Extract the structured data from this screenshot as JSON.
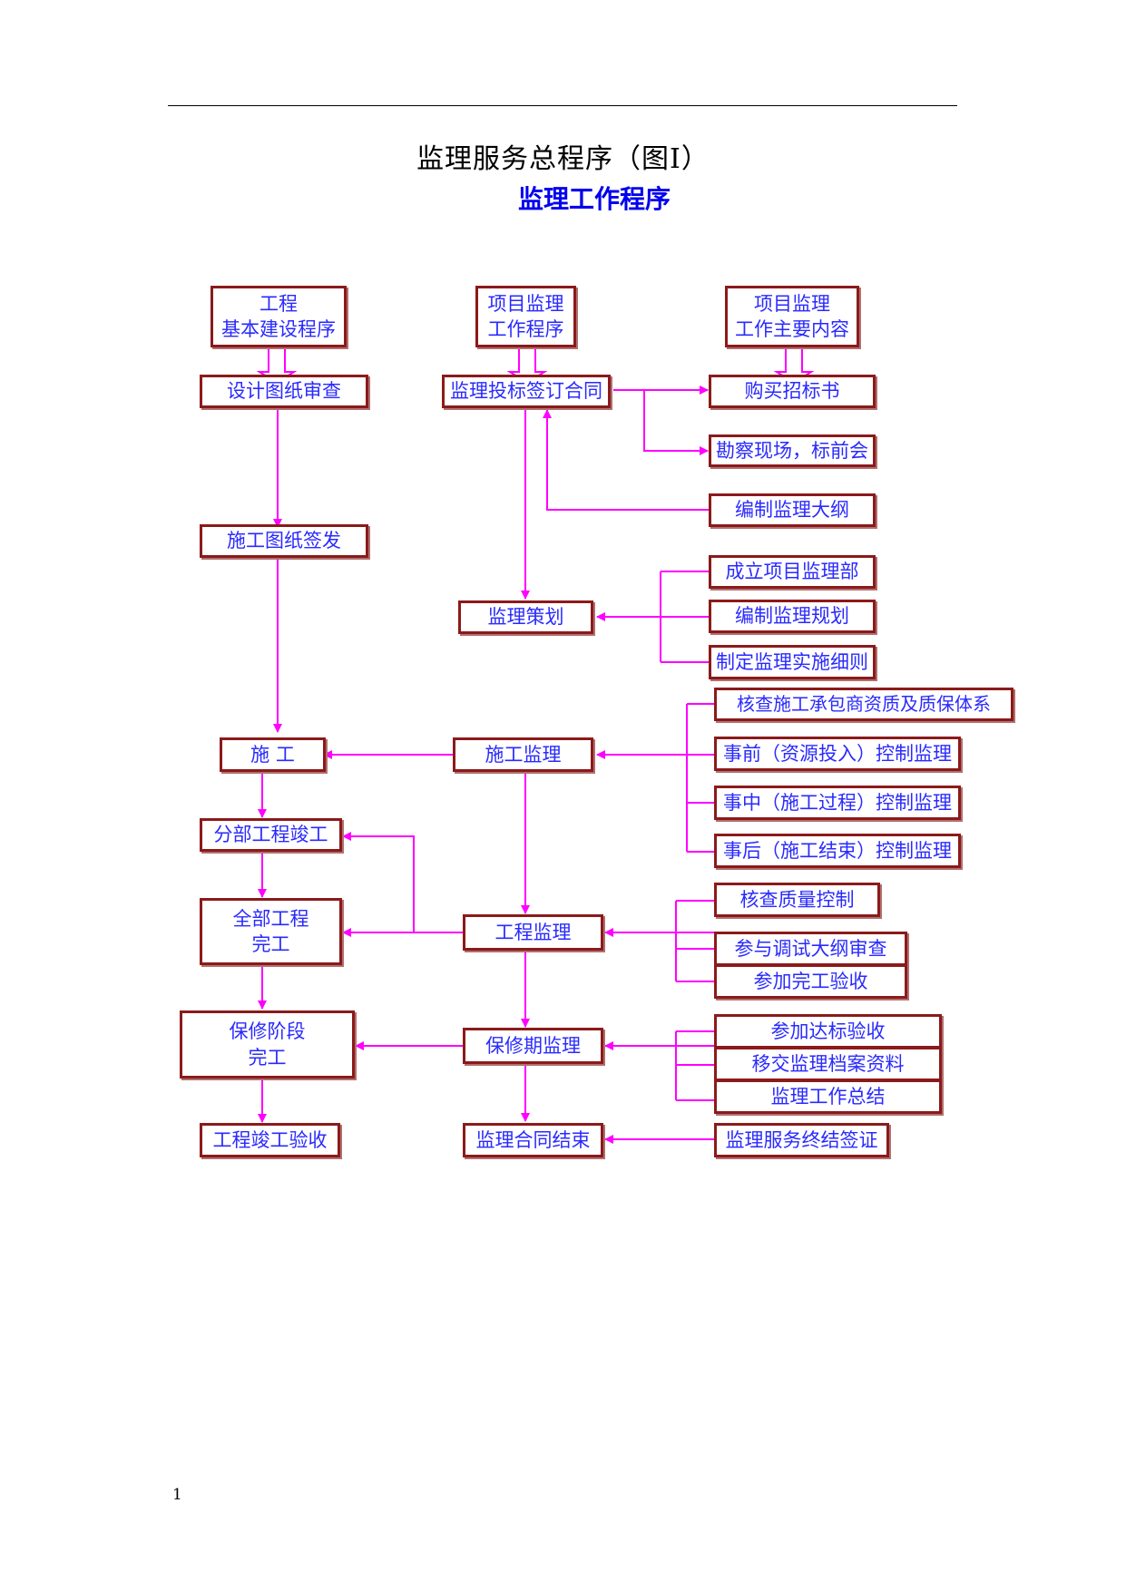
{
  "header": {
    "doc_title": "监理服务总程序（图Ⅰ）",
    "diagram_title": "监理工作程序"
  },
  "nodes": {
    "n_gcjs": "工程\n基本建设程序",
    "n_sjtz": "设计图纸审查",
    "n_sgtz": "施工图纸签发",
    "n_sg": "施 工",
    "n_fbjg": "分部工程竣工",
    "n_qbwg": "全部工程\n完工",
    "n_bxwg": "保修阶段\n完工",
    "n_jgys": "工程竣工验收",
    "n_xmjl": "项目监理\n工作程序",
    "n_tbqd": "监理投标签订合同",
    "n_jlch": "监理策划",
    "n_sgjl": "施工监理",
    "n_gcjl": "工程监理",
    "n_bxq": "保修期监理",
    "n_htjs": "监理合同结束",
    "n_zynr": "项目监理\n工作主要内容",
    "n_gmzb": "购买招标书",
    "n_kcxc": "勘察现场，标前会",
    "n_bzdg": "编制监理大纲",
    "n_clxm": "成立项目监理部",
    "n_bzgh": "编制监理规划",
    "n_zdxz": "制定监理实施细则",
    "n_hczz": "核查施工承包商资质及质保体系",
    "n_sq": "事前（资源投入）控制监理",
    "n_sz": "事中（施工过程）控制监理",
    "n_sh": "事后（施工结束）控制监理",
    "n_hczl": "核查质量控制",
    "n_cytj": "参与调试大纲审查",
    "n_cjwg": "参加完工验收",
    "n_cjdb": "参加达标验收",
    "n_yjda": "移交监理档案资料",
    "n_zj": "监理工作总结",
    "n_zjqz": "监理服务终结签证"
  },
  "footer": {
    "page_number": "1"
  },
  "colors": {
    "box_border": "#8b1a1a",
    "box_text": "#2a2aff",
    "arrow": "#ff00ff",
    "diagram_title": "#0000ee"
  }
}
